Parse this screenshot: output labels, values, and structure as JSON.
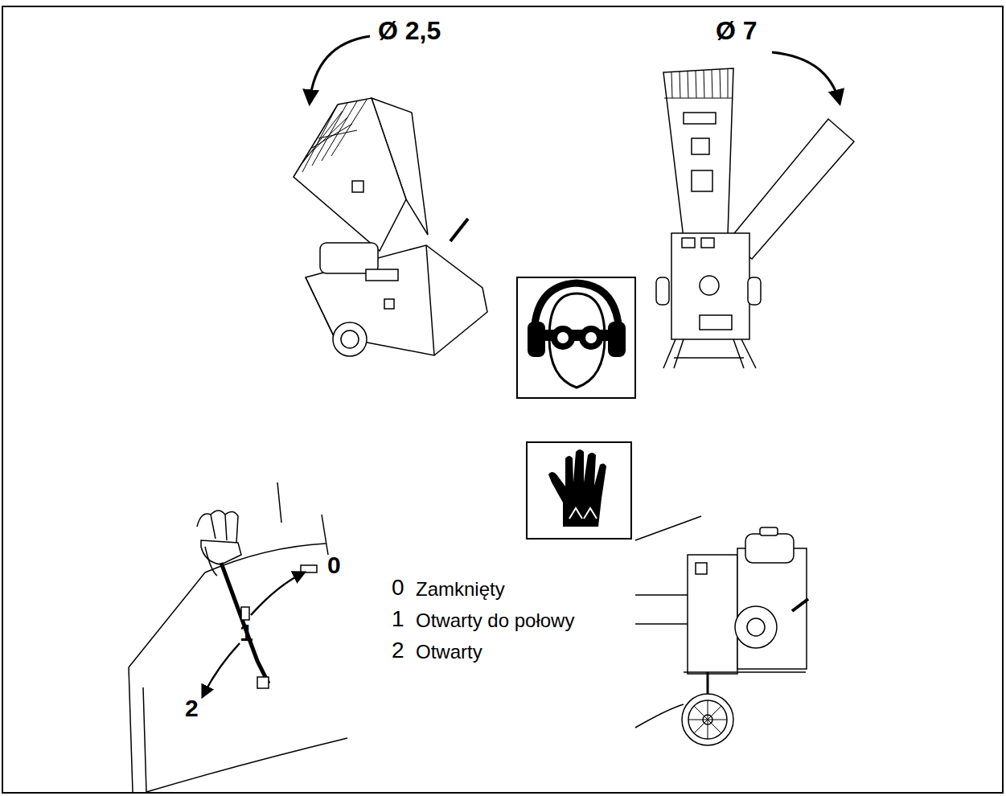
{
  "diagram": {
    "labels": [
      "Ø 2,5",
      "Ø 7",
      "0",
      "1",
      "2",
      "0",
      "Zamknięty",
      "1",
      "Otwarty do połowy",
      "2",
      "Otwarty"
    ]
  }
}
